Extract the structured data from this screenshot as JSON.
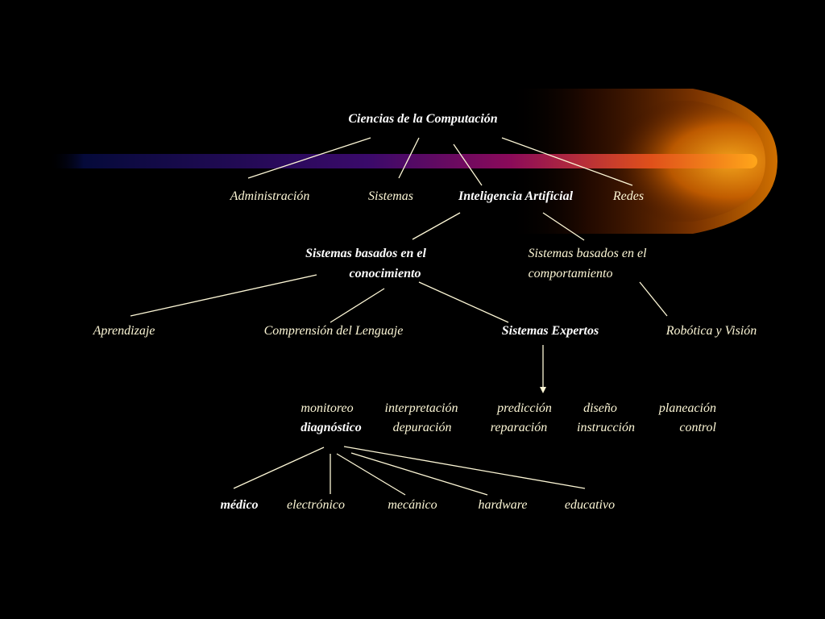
{
  "colors": {
    "background": "#000000",
    "text": "#fdf7d6",
    "text_bold": "#ffffff",
    "connector": "#fdf7d6",
    "beam_start": "#050a3a",
    "beam_mid": "#8a0a5a",
    "beam_end": "#ffa61a",
    "glow": "#b85a00"
  },
  "root": {
    "label": "Ciencias de la Computación"
  },
  "level1": {
    "administracion": "Administración",
    "sistemas": "Sistemas",
    "ia": "Inteligencia Artificial",
    "redes": "Redes"
  },
  "level2": {
    "conocimiento_line1": "Sistemas basados en el",
    "conocimiento_line2": "conocimiento",
    "comportamiento_line1": "Sistemas basados en el",
    "comportamiento_line2": "comportamiento"
  },
  "level3": {
    "aprendizaje": "Aprendizaje",
    "lenguaje": "Comprensión del Lenguaje",
    "expertos": "Sistemas Expertos",
    "robotica": "Robótica y Visión"
  },
  "tasks": {
    "row1": [
      "monitoreo",
      "interpretación",
      "predicción",
      "diseño",
      "planeación"
    ],
    "row2": [
      "diagnóstico",
      "depuración",
      "reparación",
      "instrucción",
      "control"
    ]
  },
  "domains": [
    "médico",
    "electrónico",
    "mecánico",
    "hardware",
    "educativo"
  ]
}
